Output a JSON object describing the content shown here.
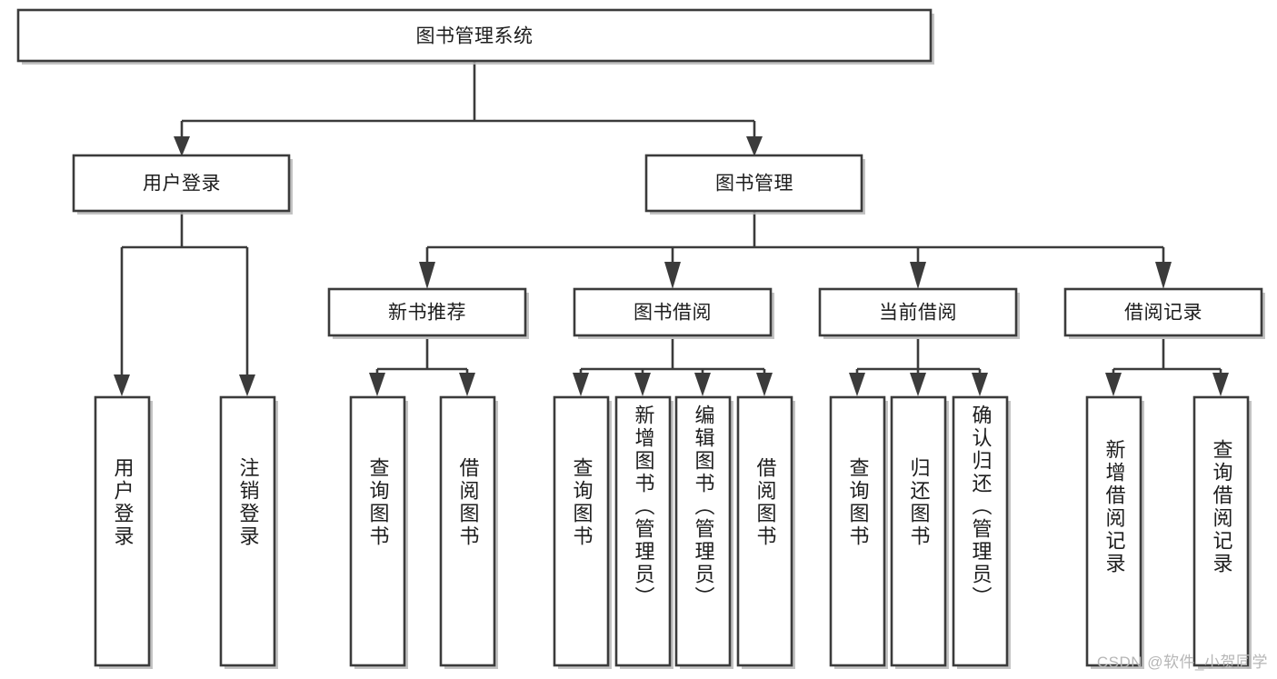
{
  "diagram": {
    "type": "tree-hierarchy",
    "title": "图书管理系统",
    "watermark": "CSDN @软件_小贺同学",
    "colors": {
      "box_stroke": "#3b3b3b",
      "box_fill": "#ffffff",
      "text": "#1d1d1d",
      "watermark": "#b6b6b6",
      "background": "#ffffff"
    },
    "root": {
      "label": "图书管理系统"
    },
    "level2": [
      {
        "label": "用户登录"
      },
      {
        "label": "图书管理"
      }
    ],
    "level3": [
      {
        "label": "新书推荐"
      },
      {
        "label": "图书借阅"
      },
      {
        "label": "当前借阅"
      },
      {
        "label": "借阅记录"
      }
    ],
    "leaves": {
      "user_login": [
        {
          "label": "用户登录"
        },
        {
          "label": "注销登录"
        }
      ],
      "new_book_recommend": [
        {
          "label": "查询图书"
        },
        {
          "label": "借阅图书"
        }
      ],
      "book_borrow": [
        {
          "label": "查询图书"
        },
        {
          "label": "新增图书（管理员）"
        },
        {
          "label": "编辑图书（管理员）"
        },
        {
          "label": "借阅图书"
        }
      ],
      "current_borrow": [
        {
          "label": "查询图书"
        },
        {
          "label": "归还图书"
        },
        {
          "label": "确认归还（管理员）"
        }
      ],
      "borrow_record": [
        {
          "label": "新增借阅记录"
        },
        {
          "label": "查询借阅记录"
        }
      ]
    }
  }
}
